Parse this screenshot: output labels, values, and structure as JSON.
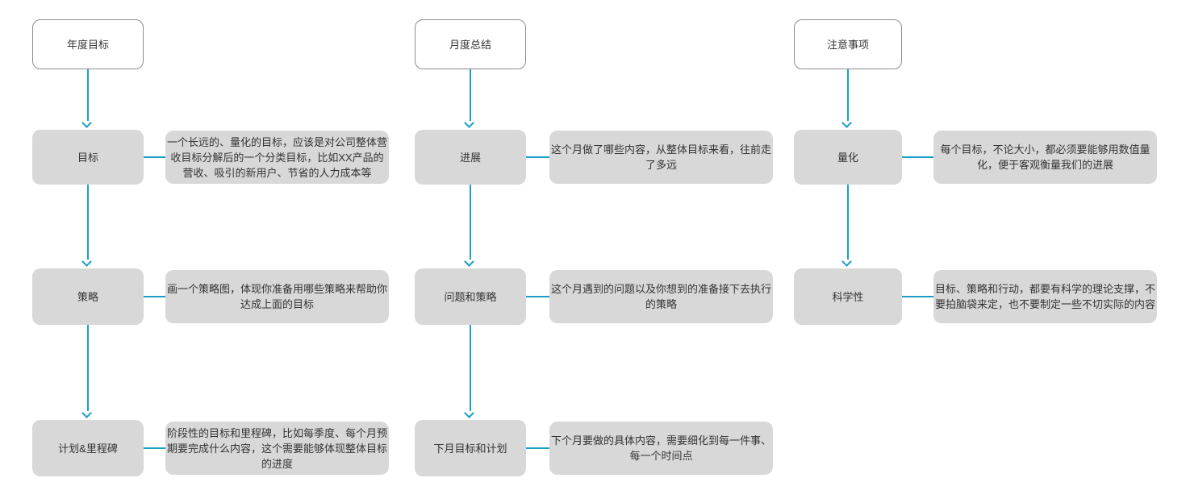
{
  "diagram": {
    "colors": {
      "accent": "#1A9EC5",
      "shape_fill": "#D8D8D8",
      "header_border": "#8C8C8C",
      "text": "#333333",
      "background": "#FFFFFF"
    },
    "columns": [
      {
        "header": "年度目标",
        "rows": [
          {
            "label": "目标",
            "note": "一个长远的、量化的目标，应该是对公司整体营收目标分解后的一个分类目标，比如XX产品的营收、吸引的新用户、节省的人力成本等"
          },
          {
            "label": "策略",
            "note": "画一个策略图，体现你准备用哪些策略来帮助你达成上面的目标"
          },
          {
            "label": "计划&里程碑",
            "note": "阶段性的目标和里程碑，比如每季度、每个月预期要完成什么内容，这个需要能够体现整体目标的进度"
          }
        ]
      },
      {
        "header": "月度总结",
        "rows": [
          {
            "label": "进展",
            "note": "这个月做了哪些内容，从整体目标来看，往前走了多远"
          },
          {
            "label": "问题和策略",
            "note": "这个月遇到的问题以及你想到的准备接下去执行的策略"
          },
          {
            "label": "下月目标和计划",
            "note": "下个月要做的具体内容，需要细化到每一件事、每一个时间点"
          }
        ]
      },
      {
        "header": "注意事项",
        "rows": [
          {
            "label": "量化",
            "note": "每个目标，不论大小，都必须要能够用数值量化，便于客观衡量我们的进展"
          },
          {
            "label": "科学性",
            "note": "目标、策略和行动，都要有科学的理论支撑，不要拍脑袋来定，也不要制定一些不切实际的内容"
          }
        ]
      }
    ]
  }
}
